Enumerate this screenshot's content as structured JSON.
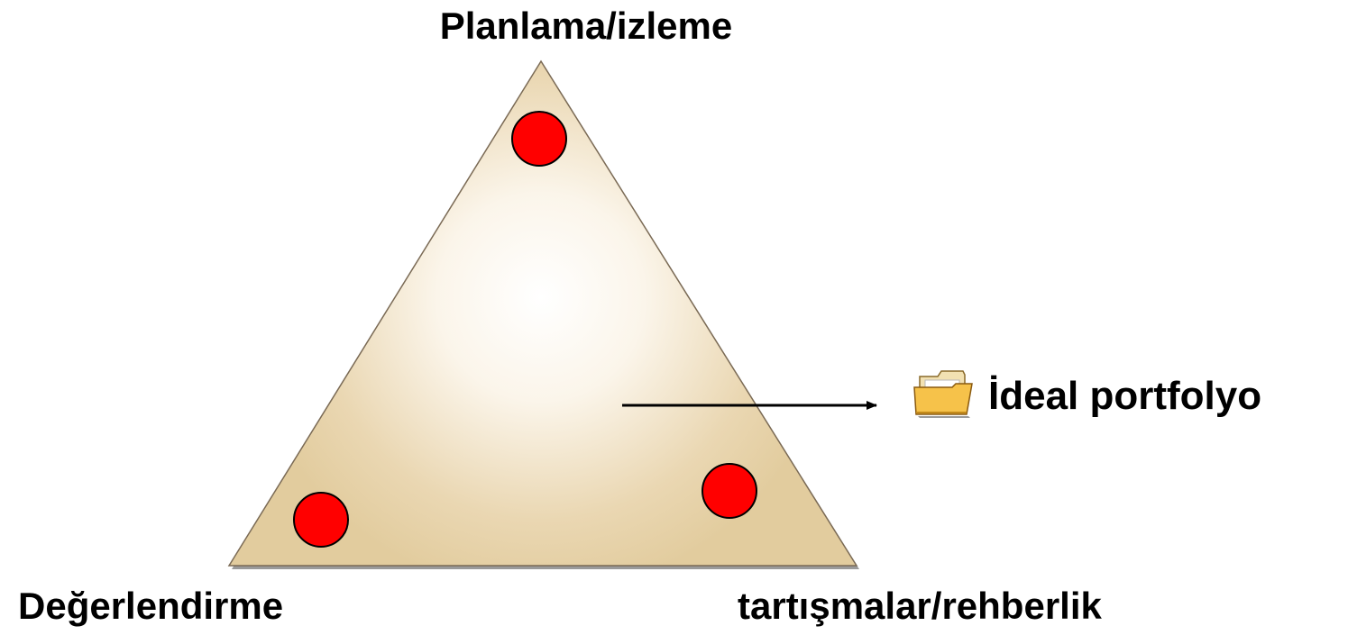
{
  "diagram": {
    "vertices": {
      "top": "Planlama/izleme",
      "bottom_left": "Değerlendirme",
      "bottom_right": "tartışmalar/rehberlik"
    },
    "center_label": "İdeal portfolyo",
    "icons": {
      "center": "folder-icon"
    },
    "colors": {
      "triangle_fill": "#E8D3A8",
      "triangle_center": "#FFFFFF",
      "node_fill": "#FF0000",
      "node_stroke": "#000000",
      "arrow": "#000000"
    }
  }
}
